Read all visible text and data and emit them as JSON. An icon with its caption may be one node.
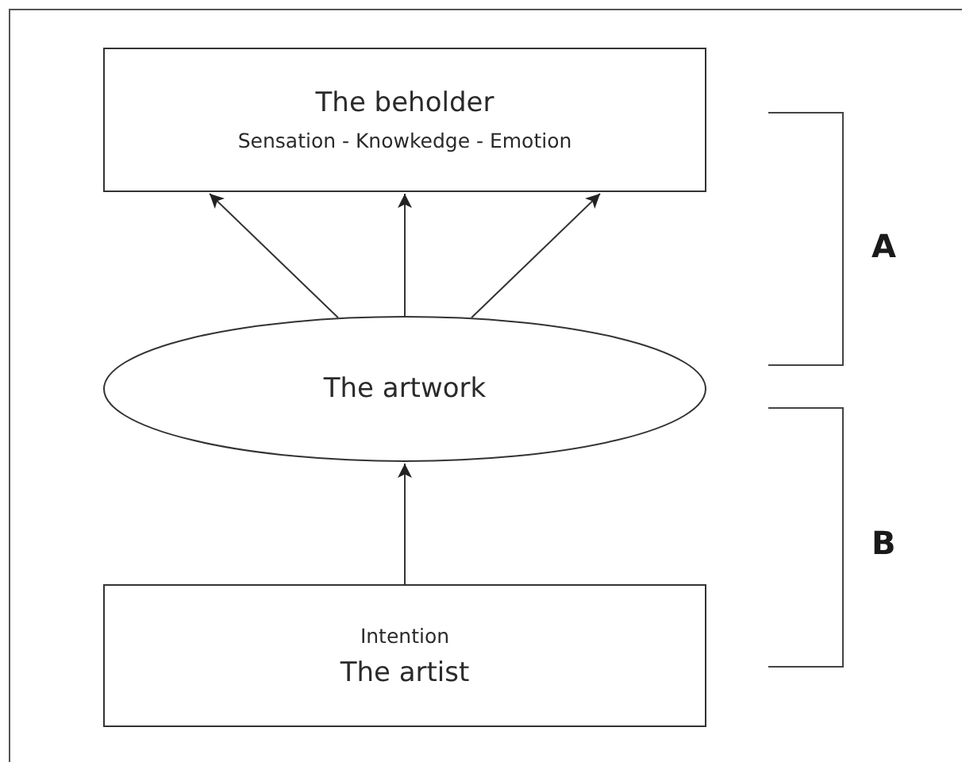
{
  "diagram": {
    "nodes": [
      {
        "text": [
          "The beholder",
          "Sensation - Knowkedge - Emotion"
        ]
      },
      {
        "text": [
          "The artwork"
        ]
      },
      {
        "text": [
          "Intention",
          "The artist"
        ]
      }
    ],
    "edges": [
      {
        "from": 1,
        "to": 0,
        "arrow": "to"
      },
      {
        "from": 1,
        "to": 0,
        "arrow": "to"
      },
      {
        "from": 1,
        "to": 0,
        "arrow": "to"
      },
      {
        "from": 2,
        "to": 1,
        "arrow": "to"
      }
    ],
    "labels": [
      "A",
      "B"
    ]
  }
}
